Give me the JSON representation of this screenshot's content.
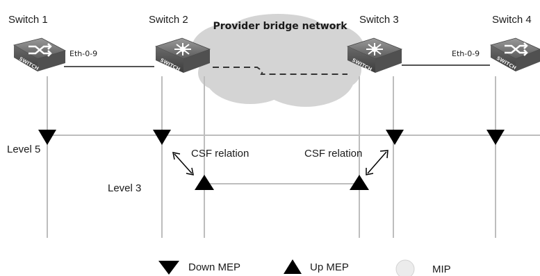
{
  "switches": [
    {
      "label": "Switch 1",
      "badge": "SWITCH",
      "icon": "switch-crossing-arrows-icon"
    },
    {
      "label": "Switch 2",
      "badge": "SWITCH",
      "icon": "switch-radiating-arrows-icon"
    },
    {
      "label": "Switch 3",
      "badge": "SWITCH",
      "icon": "switch-radiating-arrows-icon"
    },
    {
      "label": "Switch 4",
      "badge": "SWITCH",
      "icon": "switch-crossing-arrows-icon"
    }
  ],
  "cloud_label": "Provider bridge network",
  "port_labels": {
    "left": "Eth-0-9",
    "right": "Eth-0-9"
  },
  "levels": {
    "level5": "Level 5",
    "level3": "Level 3"
  },
  "relations": {
    "left": "CSF relation",
    "right": "CSF relation"
  },
  "legend": {
    "down_mep": "Down MEP",
    "up_mep": "Up MEP",
    "mip": "MIP"
  },
  "colors": {
    "mep": "#000000",
    "line": "#bdbdbd",
    "cloud": "#d4d4d4",
    "switch_body": "#6e6e6e"
  }
}
